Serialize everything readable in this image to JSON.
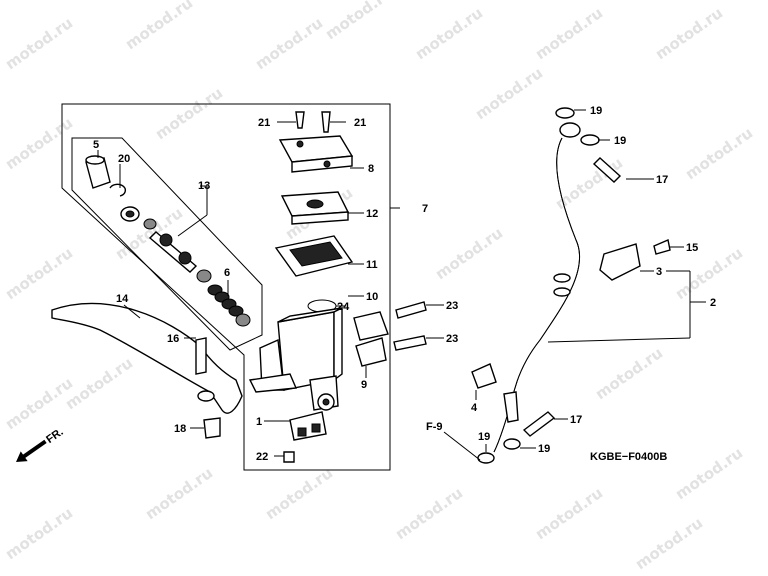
{
  "watermark": "motod.ru",
  "diagram_code": "KGBE−F0400B",
  "direction_label": "FR.",
  "ref_label": "F-9",
  "callouts": {
    "c1": "1",
    "c2": "2",
    "c3": "3",
    "c4": "4",
    "c5": "5",
    "c6": "6",
    "c7": "7",
    "c8": "8",
    "c9": "9",
    "c10": "10",
    "c11": "11",
    "c12": "12",
    "c13": "13",
    "c14": "14",
    "c15": "15",
    "c16": "16",
    "c17a": "17",
    "c17b": "17",
    "c18": "18",
    "c19a": "19",
    "c19b": "19",
    "c19c": "19",
    "c19d": "19",
    "c20": "20",
    "c21a": "21",
    "c21b": "21",
    "c22": "22",
    "c23a": "23",
    "c23b": "23",
    "c24": "24"
  }
}
